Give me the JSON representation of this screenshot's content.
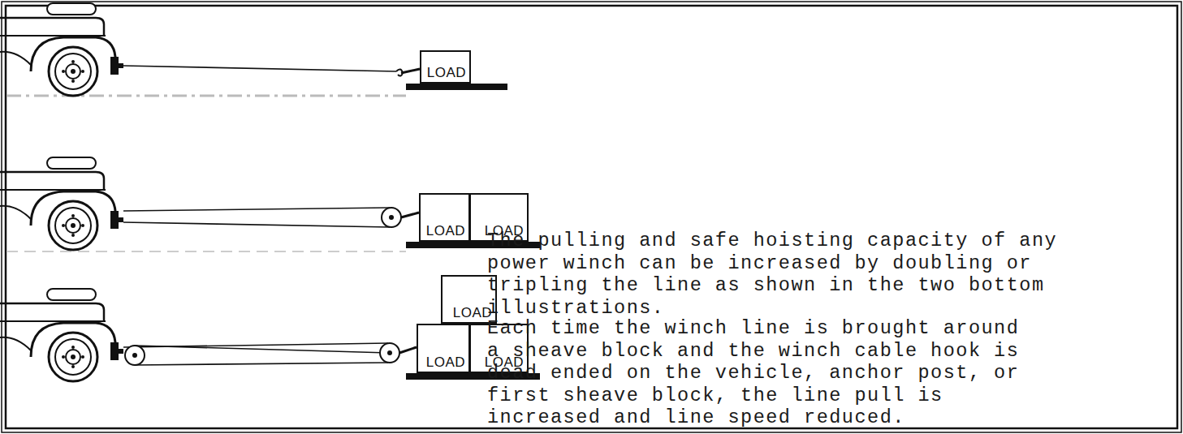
{
  "diagram": {
    "nodes": [
      {
        "text": [
          "LOAD"
        ]
      },
      {
        "text": [
          "LOAD"
        ]
      },
      {
        "text": [
          "LOAD"
        ]
      },
      {
        "text": [
          "LOAD"
        ]
      },
      {
        "text": [
          "LOAD"
        ]
      },
      {
        "text": [
          "LOAD"
        ]
      }
    ],
    "labels": [
      "The pulling and safe hoisting capacity of any power winch can be increased by doubling or tripling the line as shown in the two bottom illustrations.",
      "Each time the winch line is brought around a sheave block and the winch cable hook is dead ended on the vehicle, anchor post, or first sheave block, the line pull is increased and line speed reduced."
    ]
  }
}
